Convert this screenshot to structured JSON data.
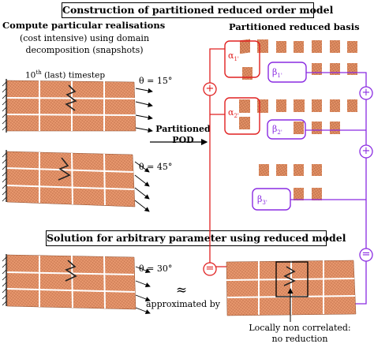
{
  "header": {
    "title": "Construction of partitioned reduced order model"
  },
  "left": {
    "heading": "Compute particular realisations",
    "sub1": "(cost intensive) using domain",
    "sub2": "decomposition (snapshots)",
    "timestep_base": "10",
    "timestep_sup": "th",
    "timestep_rest": " (last) timestep"
  },
  "theta": {
    "a": "θ = 15°",
    "b": "θ = 45°",
    "c": "θ = 30°"
  },
  "pod": {
    "line1": "Partitioned",
    "line2": "POD"
  },
  "right": {
    "heading": "Partitioned reduced basis"
  },
  "labels": {
    "alpha1": "α",
    "alpha1_sub": "1'",
    "alpha2": "α",
    "alpha2_sub": "2'",
    "beta1": "β",
    "beta1_sub": "1'",
    "beta2": "β",
    "beta2_sub": "2'",
    "beta3": "β",
    "beta3_sub": "3'"
  },
  "operators": {
    "plus": "+",
    "equals": "="
  },
  "solution": {
    "title": "Solution for arbitrary parameter using reduced model"
  },
  "approx": {
    "symbol": "≈",
    "text": "approximated by"
  },
  "note": {
    "line1": "Locally non correlated:",
    "line2": "no reduction"
  },
  "colors": {
    "mesh": "#e8986e",
    "mesh_line": "#8a4a2a",
    "red": "#e02020",
    "purple": "#8a2be2"
  }
}
